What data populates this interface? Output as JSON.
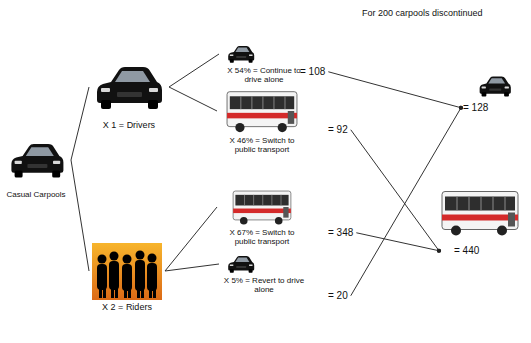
{
  "diagram": {
    "title": "For 200 carpools discontinued",
    "nodes": [
      {
        "text": [
          "Casual Carpools"
        ]
      },
      {
        "text": [
          "X 1 = Drivers"
        ]
      },
      {
        "text": [
          "X 54% = Continue to drive alone"
        ]
      },
      {
        "text": [
          "X 46% = Switch to public transport"
        ]
      },
      {
        "text": [
          "X 2 = Riders"
        ]
      },
      {
        "text": [
          "X 67% = Switch to public transport"
        ]
      },
      {
        "text": [
          "X 5% = Revert to drive alone"
        ]
      },
      {
        "text": [
          "= 108"
        ]
      },
      {
        "text": [
          "= 92"
        ]
      },
      {
        "text": [
          "= 348"
        ]
      },
      {
        "text": [
          "= 20"
        ]
      },
      {
        "text": [
          "= 128"
        ]
      },
      {
        "text": [
          "= 440"
        ]
      }
    ],
    "edges": [
      {
        "from": 0,
        "to": 1,
        "arrow": "none"
      },
      {
        "from": 0,
        "to": 4,
        "arrow": "none"
      },
      {
        "from": 1,
        "to": 2,
        "arrow": "none"
      },
      {
        "from": 1,
        "to": 3,
        "arrow": "none"
      },
      {
        "from": 4,
        "to": 5,
        "arrow": "none"
      },
      {
        "from": 4,
        "to": 6,
        "arrow": "none"
      },
      {
        "from": 7,
        "to": 11,
        "arrow": "none"
      },
      {
        "from": 8,
        "to": 12,
        "arrow": "none"
      },
      {
        "from": 9,
        "to": 12,
        "arrow": "none"
      },
      {
        "from": 10,
        "to": 11,
        "arrow": "none"
      }
    ]
  }
}
